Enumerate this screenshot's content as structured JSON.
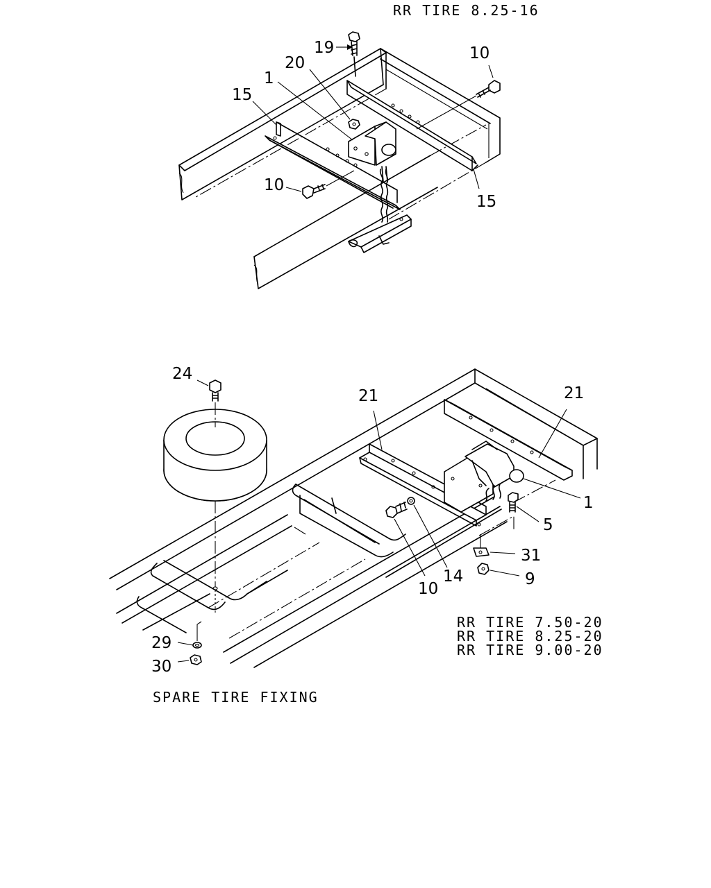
{
  "captions": {
    "top_variant": "RR TIRE 8.25-16",
    "bottom_variant_1": "RR TIRE 7.50-20",
    "bottom_variant_2": "RR TIRE 8.25-20",
    "bottom_variant_3": "RR TIRE 9.00-20",
    "section_title": "SPARE TIRE FIXING"
  },
  "top_callouts": {
    "c19": "19",
    "c20": "20",
    "c1": "1",
    "c15_left": "15",
    "c10_right": "10",
    "c10_left": "10",
    "c15_right": "15"
  },
  "bottom_callouts": {
    "c24": "24",
    "c21_left": "21",
    "c21_right": "21",
    "c1": "1",
    "c5": "5",
    "c31": "31",
    "c9": "9",
    "c10": "10",
    "c14": "14",
    "c29": "29",
    "c30": "30"
  }
}
